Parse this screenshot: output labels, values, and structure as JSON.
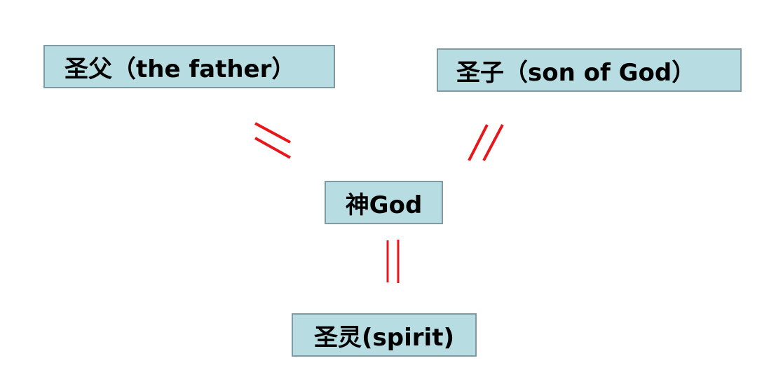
{
  "diagram": {
    "nodes": {
      "father": {
        "label": "圣父（the father）"
      },
      "son": {
        "label": "圣子（son of God）"
      },
      "god": {
        "label": "神God"
      },
      "spirit": {
        "label": "圣灵(spirit)"
      }
    },
    "connectors": [
      {
        "from": "father",
        "to": "god",
        "symbol": "=",
        "color": "#e8161b"
      },
      {
        "from": "son",
        "to": "god",
        "symbol": "=",
        "color": "#e8161b"
      },
      {
        "from": "spirit",
        "to": "god",
        "symbol": "=",
        "color": "#e8161b"
      }
    ],
    "colors": {
      "box_fill": "#b7dde3",
      "box_border": "#7f9aa3",
      "equals_line": "#e8161b"
    }
  }
}
